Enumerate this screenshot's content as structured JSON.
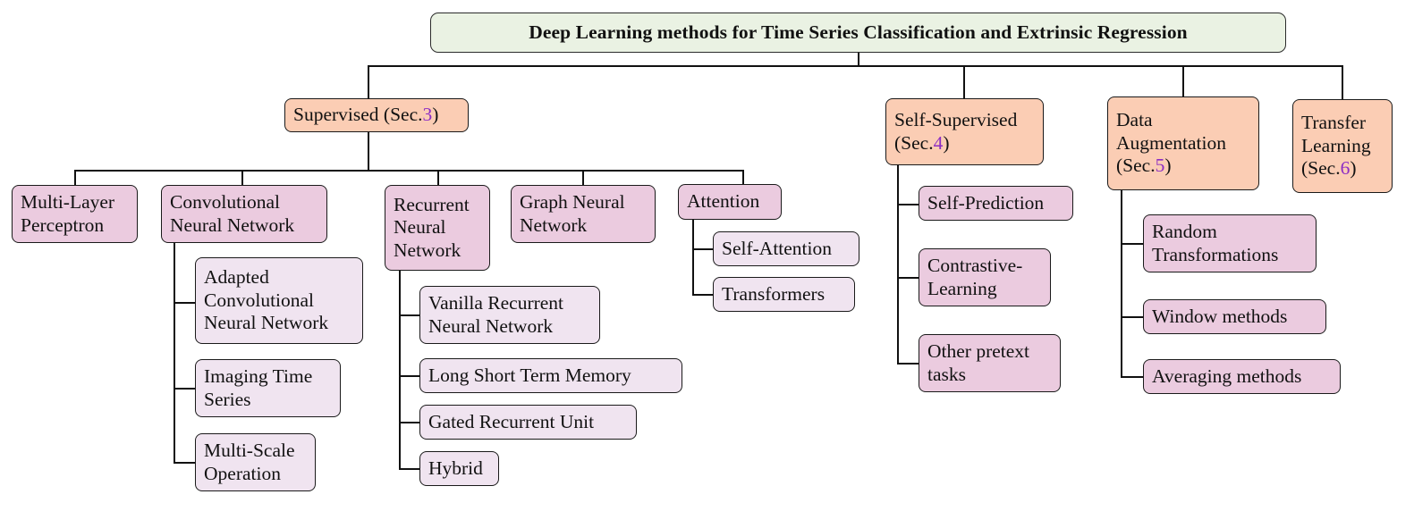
{
  "diagram": {
    "type": "tree-taxonomy",
    "title_node": {
      "id": "root",
      "label": "Deep Learning methods for Time Series Classification and Extrinsic Regression",
      "color": "#eaf2e3",
      "level": 1
    },
    "colors": {
      "root_fill": "#eaf2e3",
      "level2_fill": "#fbcdb4",
      "level3_fill": "#ebcbdf",
      "level4_fill": "#f0e4f0",
      "border": "#1a1a1a",
      "text": "#111111",
      "section_ref": "#8c2dc4",
      "background": "#ffffff"
    },
    "nodes": {
      "supervised": {
        "label_main": "Supervised (Sec.",
        "sec": "3",
        "label_tail": ")"
      },
      "self_supervised": {
        "label_main": "Self-Supervised\n(Sec.",
        "sec": "4",
        "label_tail": ")"
      },
      "data_augmentation": {
        "label_main": "Data\nAugmentation\n(Sec.",
        "sec": "5",
        "label_tail": ")"
      },
      "transfer_learning": {
        "label_main": "Transfer\nLearning\n(Sec.",
        "sec": "6",
        "label_tail": ")"
      },
      "mlp": {
        "label": "Multi-Layer\nPerceptron"
      },
      "cnn": {
        "label": "Convolutional\nNeural Network"
      },
      "rnn": {
        "label": "Recurrent\nNeural\nNetwork"
      },
      "gnn": {
        "label": "Graph Neural\nNetwork"
      },
      "attention": {
        "label": "Attention"
      },
      "adapted_cnn": {
        "label": "Adapted\nConvolutional\nNeural Network"
      },
      "imaging_time_series": {
        "label": "Imaging Time\nSeries"
      },
      "multi_scale_operation": {
        "label": "Multi-Scale\nOperation"
      },
      "vanilla_rnn": {
        "label": "Vanilla Recurrent\nNeural Network"
      },
      "lstm": {
        "label": "Long Short Term Memory"
      },
      "gru": {
        "label": "Gated Recurrent Unit"
      },
      "hybrid": {
        "label": "Hybrid"
      },
      "self_attention": {
        "label": "Self-Attention"
      },
      "transformers": {
        "label": "Transformers"
      },
      "self_prediction": {
        "label": "Self-Prediction"
      },
      "contrastive_learning": {
        "label": "Contrastive-\nLearning"
      },
      "other_pretext_tasks": {
        "label": "Other pretext\ntasks"
      },
      "random_transformations": {
        "label": "Random\nTransformations"
      },
      "window_methods": {
        "label": "Window methods"
      },
      "averaging_methods": {
        "label": "Averaging methods"
      }
    }
  }
}
